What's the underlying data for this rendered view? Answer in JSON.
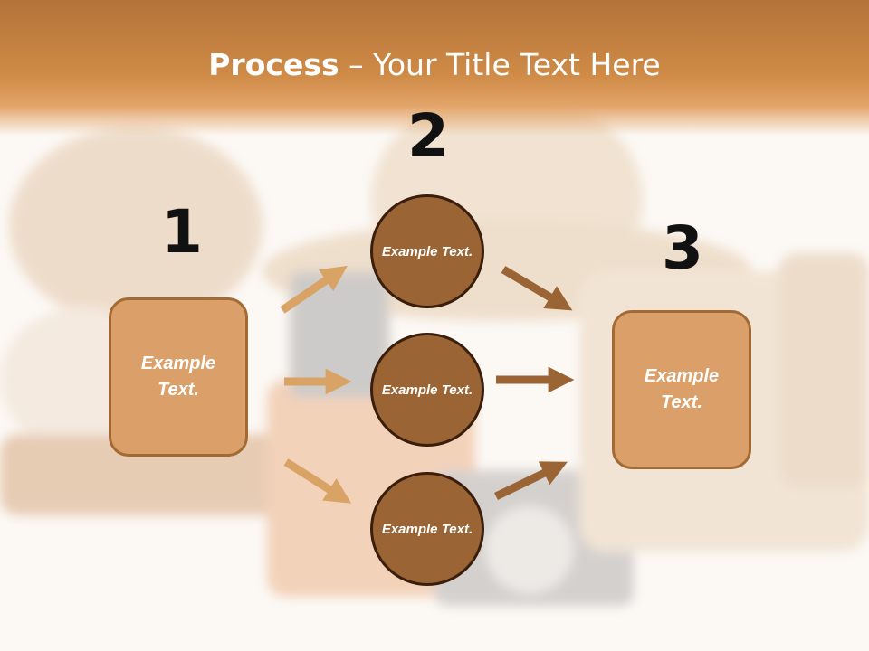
{
  "slide": {
    "title_bold": "Process",
    "title_rest": " – Your Title Text Here"
  },
  "steps": {
    "n1": "1",
    "n2": "2",
    "n3": "3"
  },
  "nodes": {
    "left_box": "Example Text.",
    "circle_top": "Example Text.",
    "circle_mid": "Example Text.",
    "circle_bottom": "Example Text.",
    "right_box": "Example Text."
  },
  "colors": {
    "header": "#cf8a46",
    "box_fill": "#dba06a",
    "box_border": "#a36a34",
    "circle_fill": "#9a6434",
    "circle_border": "#3a1e0b",
    "arrow_light": "#d9a366",
    "arrow_dark": "#9a6434"
  }
}
